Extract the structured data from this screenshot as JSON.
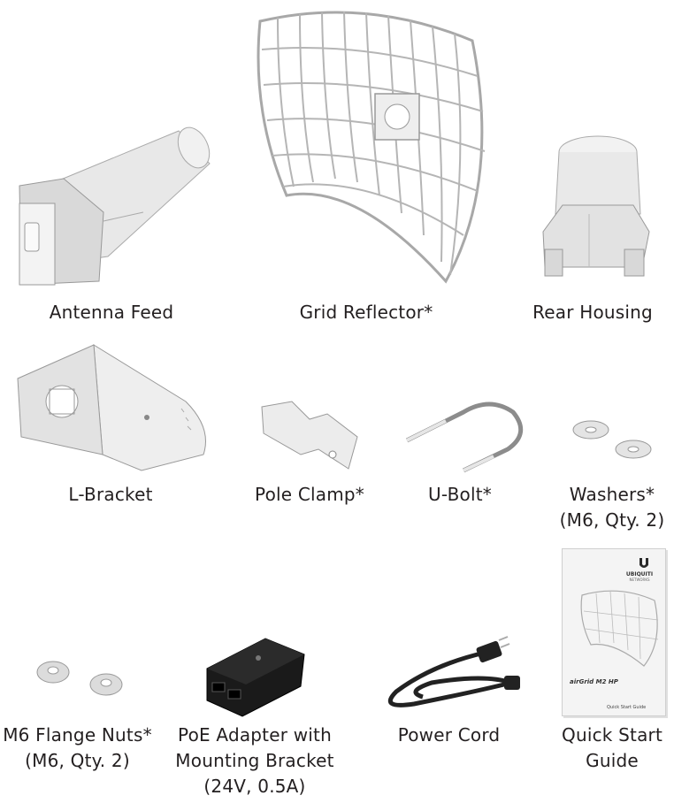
{
  "items": {
    "antenna_feed": {
      "lines": [
        "Antenna Feed"
      ]
    },
    "grid_reflector": {
      "lines": [
        "Grid Reflector*"
      ]
    },
    "rear_housing": {
      "lines": [
        "Rear Housing"
      ]
    },
    "l_bracket": {
      "lines": [
        "L-Bracket"
      ]
    },
    "pole_clamp": {
      "lines": [
        "Pole Clamp*"
      ]
    },
    "u_bolt": {
      "lines": [
        "U-Bolt*"
      ]
    },
    "washers": {
      "lines": [
        "Washers*",
        "(M6, Qty. 2)"
      ]
    },
    "flange_nuts": {
      "lines": [
        "M6 Flange Nuts*",
        "(M6, Qty. 2)"
      ]
    },
    "poe_adapter": {
      "lines": [
        "PoE Adapter with",
        "Mounting Bracket",
        "(24V, 0.5A)"
      ]
    },
    "power_cord": {
      "lines": [
        "Power Cord"
      ]
    },
    "quick_start": {
      "lines": [
        "Quick Start",
        "Guide"
      ]
    }
  },
  "guide_cover": {
    "brand": "UBIQUITI",
    "brand_sub": "NETWORKS",
    "product": "airGrid M2 HP",
    "footer": "Quick Start Guide"
  },
  "colors": {
    "text": "#231f20",
    "line_art": "#9a9a9a",
    "fill_light": "#e6e6e6",
    "adapter": "#1a1a1a"
  }
}
